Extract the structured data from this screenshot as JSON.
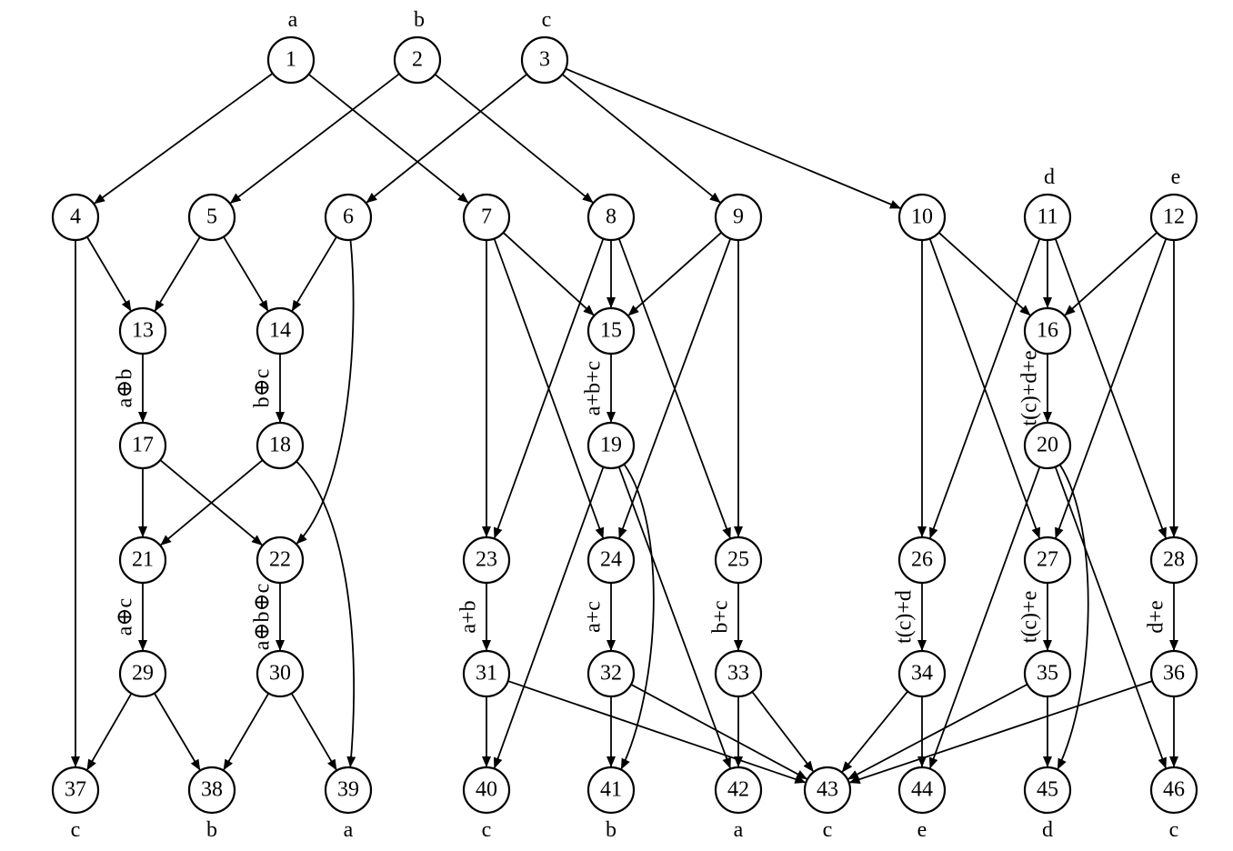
{
  "nodes": [
    "1",
    "2",
    "3",
    "4",
    "5",
    "6",
    "7",
    "8",
    "9",
    "10",
    "11",
    "12",
    "13",
    "14",
    "15",
    "16",
    "17",
    "18",
    "19",
    "20",
    "21",
    "22",
    "23",
    "24",
    "25",
    "26",
    "27",
    "28",
    "29",
    "30",
    "31",
    "32",
    "33",
    "34",
    "35",
    "36",
    "37",
    "38",
    "39",
    "40",
    "41",
    "42",
    "43",
    "44",
    "45",
    "46"
  ],
  "node_labels": {
    "1": "a",
    "2": "b",
    "3": "c",
    "11": "d",
    "12": "e",
    "37": "c",
    "38": "b",
    "39": "a",
    "40": "c",
    "41": "b",
    "42": "a",
    "43": "c",
    "44": "e",
    "45": "d",
    "46": "c"
  },
  "edges": [
    [
      "1",
      "4"
    ],
    [
      "1",
      "7"
    ],
    [
      "2",
      "5"
    ],
    [
      "2",
      "8"
    ],
    [
      "3",
      "6"
    ],
    [
      "3",
      "9"
    ],
    [
      "3",
      "10"
    ],
    [
      "4",
      "13"
    ],
    [
      "4",
      "37"
    ],
    [
      "5",
      "13"
    ],
    [
      "5",
      "14"
    ],
    [
      "6",
      "14"
    ],
    [
      "6",
      "22"
    ],
    [
      "7",
      "15"
    ],
    [
      "7",
      "23"
    ],
    [
      "7",
      "24"
    ],
    [
      "8",
      "15"
    ],
    [
      "8",
      "23"
    ],
    [
      "8",
      "25"
    ],
    [
      "9",
      "15"
    ],
    [
      "9",
      "24"
    ],
    [
      "9",
      "25"
    ],
    [
      "10",
      "16"
    ],
    [
      "10",
      "26"
    ],
    [
      "10",
      "27"
    ],
    [
      "11",
      "16"
    ],
    [
      "11",
      "26"
    ],
    [
      "11",
      "28"
    ],
    [
      "12",
      "16"
    ],
    [
      "12",
      "27"
    ],
    [
      "12",
      "28"
    ],
    [
      "13",
      "17"
    ],
    [
      "14",
      "18"
    ],
    [
      "15",
      "19"
    ],
    [
      "16",
      "20"
    ],
    [
      "17",
      "21"
    ],
    [
      "17",
      "22"
    ],
    [
      "18",
      "21"
    ],
    [
      "18",
      "39"
    ],
    [
      "19",
      "40"
    ],
    [
      "19",
      "41"
    ],
    [
      "19",
      "42"
    ],
    [
      "20",
      "44"
    ],
    [
      "20",
      "45"
    ],
    [
      "20",
      "46"
    ],
    [
      "21",
      "29"
    ],
    [
      "22",
      "30"
    ],
    [
      "23",
      "31"
    ],
    [
      "24",
      "32"
    ],
    [
      "25",
      "33"
    ],
    [
      "26",
      "34"
    ],
    [
      "27",
      "35"
    ],
    [
      "28",
      "36"
    ],
    [
      "29",
      "37"
    ],
    [
      "29",
      "38"
    ],
    [
      "30",
      "38"
    ],
    [
      "30",
      "39"
    ],
    [
      "31",
      "40"
    ],
    [
      "31",
      "43"
    ],
    [
      "32",
      "41"
    ],
    [
      "32",
      "43"
    ],
    [
      "33",
      "42"
    ],
    [
      "33",
      "43"
    ],
    [
      "34",
      "43"
    ],
    [
      "34",
      "44"
    ],
    [
      "35",
      "43"
    ],
    [
      "35",
      "45"
    ],
    [
      "36",
      "43"
    ],
    [
      "36",
      "46"
    ]
  ],
  "edge_labels": [
    {
      "from": "13",
      "to": "17",
      "text": "a⊕b"
    },
    {
      "from": "14",
      "to": "18",
      "text": "b⊕c"
    },
    {
      "from": "15",
      "to": "19",
      "text": "a+b+c"
    },
    {
      "from": "16",
      "to": "20",
      "text": "t(c)+d+e"
    },
    {
      "from": "21",
      "to": "29",
      "text": "a⊕c"
    },
    {
      "from": "22",
      "to": "30",
      "text": "a⊕b⊕c"
    },
    {
      "from": "23",
      "to": "31",
      "text": "a+b"
    },
    {
      "from": "24",
      "to": "32",
      "text": "a+c"
    },
    {
      "from": "25",
      "to": "33",
      "text": "b+c"
    },
    {
      "from": "26",
      "to": "34",
      "text": "t(c)+d"
    },
    {
      "from": "27",
      "to": "35",
      "text": "t(c)+e"
    },
    {
      "from": "28",
      "to": "36",
      "text": "d+e"
    }
  ]
}
